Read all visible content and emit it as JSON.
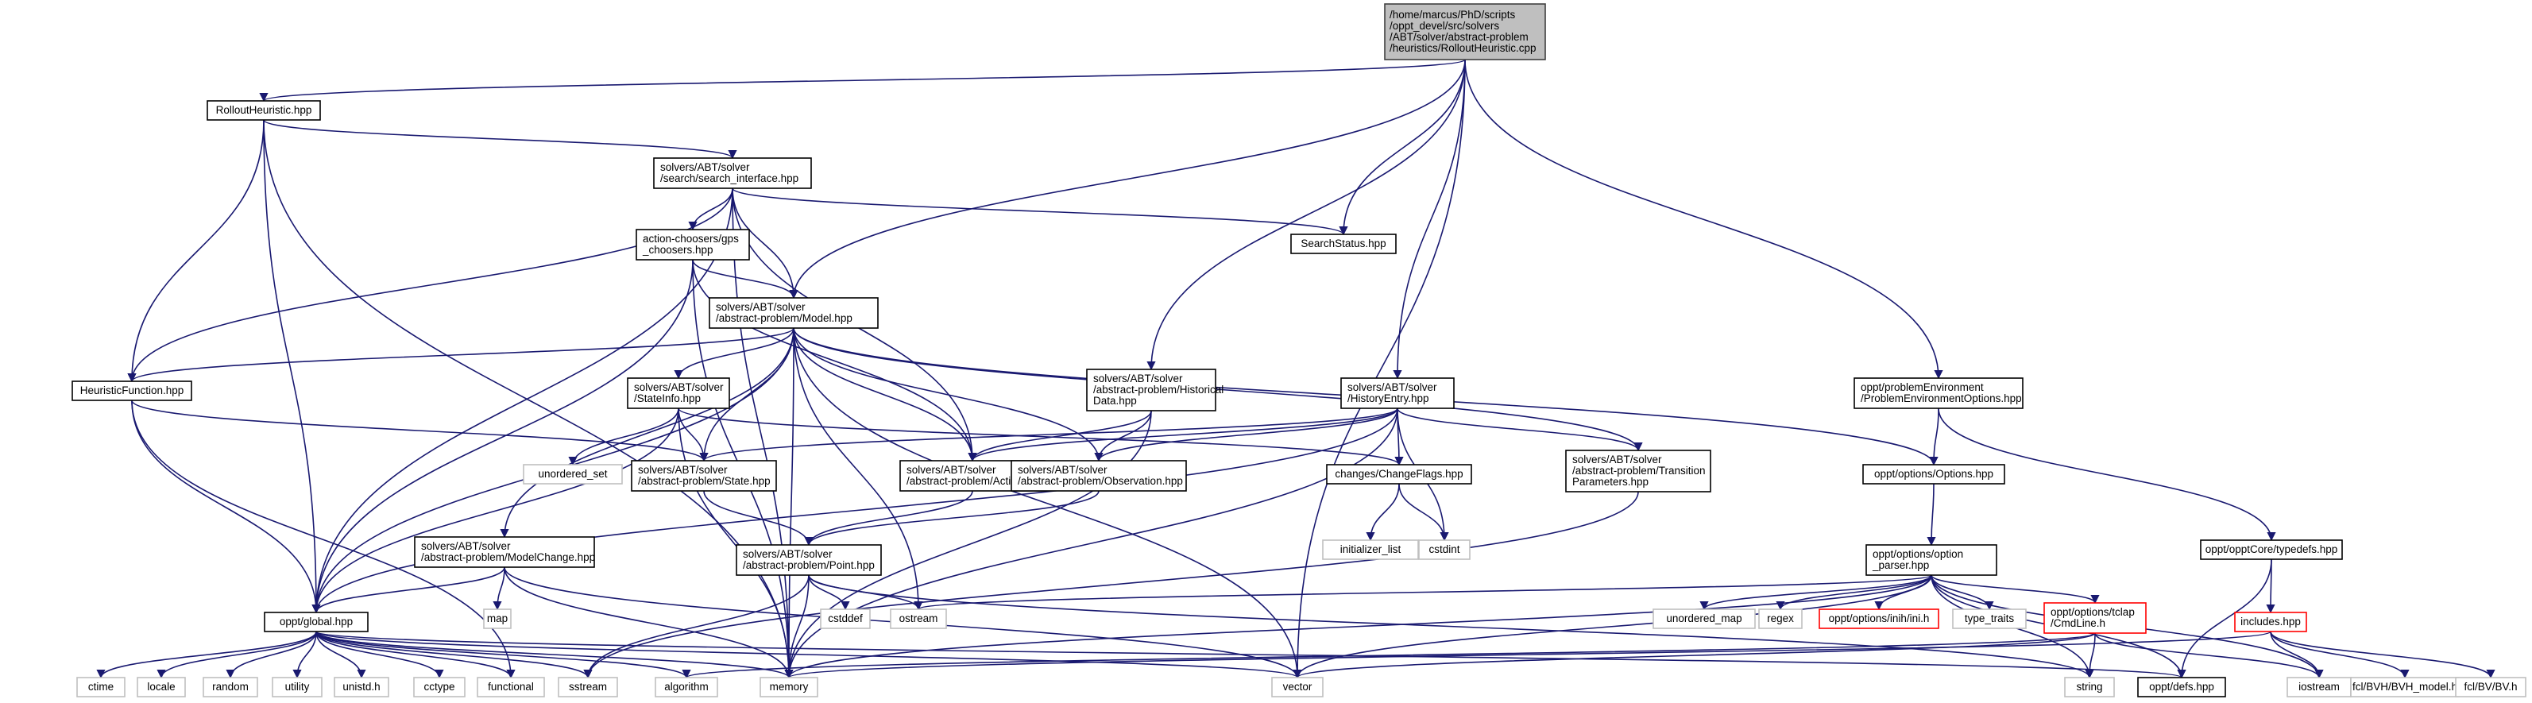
{
  "nodes": {
    "root": [
      "/home/marcus/PhD/scripts",
      "/oppt_devel/src/solvers",
      "/ABT/solver/abstract-problem",
      "/heuristics/RolloutHeuristic.cpp"
    ],
    "rollout": [
      "RolloutHeuristic.hpp"
    ],
    "search_iface": [
      "solvers/ABT/solver",
      "/search/search_interface.hpp"
    ],
    "search_status": [
      "SearchStatus.hpp"
    ],
    "gps": [
      "action-choosers/gps",
      "_choosers.hpp"
    ],
    "model": [
      "solvers/ABT/solver",
      "/abstract-problem/Model.hpp"
    ],
    "heuristic": [
      "HeuristicFunction.hpp"
    ],
    "stateinfo": [
      "solvers/ABT/solver",
      "/StateInfo.hpp"
    ],
    "historical": [
      "solvers/ABT/solver",
      "/abstract-problem/Historical",
      "Data.hpp"
    ],
    "historyentry": [
      "solvers/ABT/solver",
      "/HistoryEntry.hpp"
    ],
    "pe_options": [
      "oppt/problemEnvironment",
      "/ProblemEnvironmentOptions.hpp"
    ],
    "unordered_set": [
      "unordered_set"
    ],
    "state": [
      "solvers/ABT/solver",
      "/abstract-problem/State.hpp"
    ],
    "action": [
      "solvers/ABT/solver",
      "/abstract-problem/Action.hpp"
    ],
    "observation": [
      "solvers/ABT/solver",
      "/abstract-problem/Observation.hpp"
    ],
    "changeflags": [
      "changes/ChangeFlags.hpp"
    ],
    "transition": [
      "solvers/ABT/solver",
      "/abstract-problem/Transition",
      "Parameters.hpp"
    ],
    "options": [
      "oppt/options/Options.hpp"
    ],
    "initializer_list": [
      "initializer_list"
    ],
    "cstdint": [
      "cstdint"
    ],
    "modelchange": [
      "solvers/ABT/solver",
      "/abstract-problem/ModelChange.hpp"
    ],
    "point": [
      "solvers/ABT/solver",
      "/abstract-problem/Point.hpp"
    ],
    "option_parser": [
      "oppt/options/option",
      "_parser.hpp"
    ],
    "typedefs": [
      "oppt/opptCore/typedefs.hpp"
    ],
    "map": [
      "map"
    ],
    "cstddef": [
      "cstddef"
    ],
    "ostream": [
      "ostream"
    ],
    "unordered_map": [
      "unordered_map"
    ],
    "regex": [
      "regex"
    ],
    "inih": [
      "oppt/options/inih/ini.h"
    ],
    "type_traits": [
      "type_traits"
    ],
    "cmdline": [
      "oppt/options/tclap",
      "/CmdLine.h"
    ],
    "global": [
      "oppt/global.hpp"
    ],
    "includes": [
      "includes.hpp"
    ],
    "ctime": [
      "ctime"
    ],
    "locale": [
      "locale"
    ],
    "random": [
      "random"
    ],
    "utility": [
      "utility"
    ],
    "unistd": [
      "unistd.h"
    ],
    "cctype": [
      "cctype"
    ],
    "functional": [
      "functional"
    ],
    "sstream": [
      "sstream"
    ],
    "algorithm": [
      "algorithm"
    ],
    "memory": [
      "memory"
    ],
    "vector": [
      "vector"
    ],
    "string": [
      "string"
    ],
    "defs": [
      "oppt/defs.hpp"
    ],
    "iostream": [
      "iostream"
    ],
    "bvh_model": [
      "fcl/BVH/BVH_model.h"
    ],
    "bv": [
      "fcl/BV/BV.h"
    ]
  },
  "colors": {
    "edge": "#191970",
    "root_fill": "#bfbfbf",
    "missing_border": "#ff0000",
    "system_border": "#bfbfbf"
  }
}
